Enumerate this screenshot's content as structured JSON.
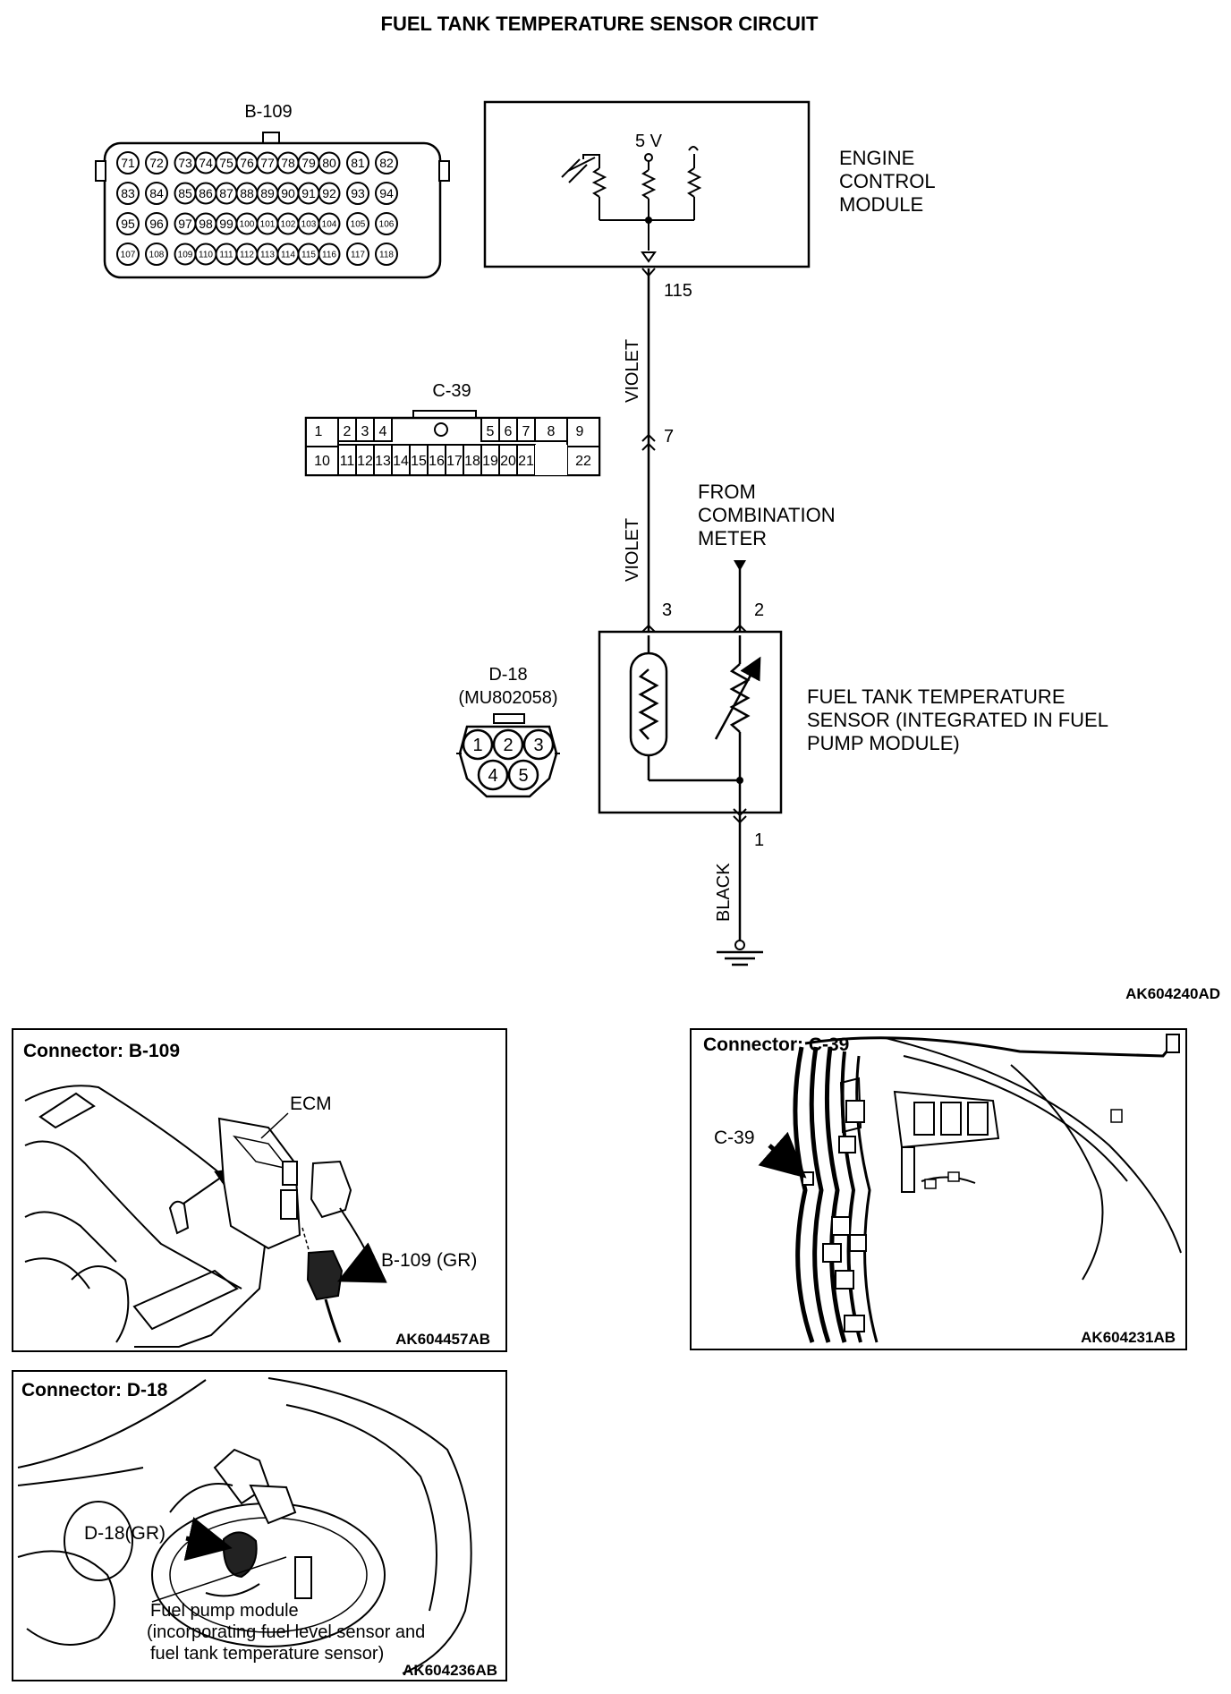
{
  "diagram": {
    "title": "FUEL TANK TEMPERATURE SENSOR CIRCUIT",
    "figure_code": "AK604240AD",
    "ecm": {
      "line1": "ENGINE",
      "line2": "CONTROL",
      "line3": "MODULE",
      "supply_label": "5 V",
      "pin": "115"
    },
    "b109": {
      "name": "B-109",
      "row1": [
        "71",
        "72",
        "73",
        "74",
        "75",
        "76",
        "77",
        "78",
        "79",
        "80",
        "81",
        "82"
      ],
      "row2": [
        "83",
        "84",
        "85",
        "86",
        "87",
        "88",
        "89",
        "90",
        "91",
        "92",
        "93",
        "94"
      ],
      "row3": [
        "95",
        "96",
        "97",
        "98",
        "99",
        "100",
        "101",
        "102",
        "103",
        "104",
        "105",
        "106"
      ],
      "row4": [
        "107",
        "108",
        "109",
        "110",
        "111",
        "112",
        "113",
        "114",
        "115",
        "116",
        "117",
        "118"
      ]
    },
    "c39": {
      "name": "C-39",
      "top_pins": [
        "1",
        "2",
        "3",
        "4",
        "5",
        "6",
        "7",
        "8",
        "9"
      ],
      "bottom_pins": [
        "10",
        "11",
        "12",
        "13",
        "14",
        "15",
        "16",
        "17",
        "18",
        "19",
        "20",
        "21",
        "22"
      ],
      "pin": "7"
    },
    "d18": {
      "name": "D-18",
      "part": "(MU802058)",
      "pins": [
        "1",
        "2",
        "3",
        "4",
        "5"
      ]
    },
    "wires": {
      "violet1": "VIOLET",
      "violet2": "VIOLET",
      "black": "BLACK"
    },
    "from": {
      "line1": "FROM",
      "line2": "COMBINATION",
      "line3": "METER"
    },
    "sensor": {
      "line1": "FUEL TANK TEMPERATURE",
      "line2": "SENSOR (INTEGRATED IN FUEL",
      "line3": "PUMP MODULE)",
      "pin3": "3",
      "pin2": "2",
      "pin1": "1"
    }
  },
  "panels": {
    "b109": {
      "title": "Connector: B-109",
      "ecm_label": "ECM",
      "callout": "B-109 (GR)",
      "code": "AK604457AB"
    },
    "c39": {
      "title": "Connector: C-39",
      "callout": "C-39",
      "code": "AK604231AB"
    },
    "d18": {
      "title": "Connector: D-18",
      "callout": "D-18(GR)",
      "caption1": "Fuel pump module",
      "caption2": "(incorporating fuel level sensor and",
      "caption3": "fuel tank temperature sensor)",
      "code": "AK604236AB"
    }
  }
}
